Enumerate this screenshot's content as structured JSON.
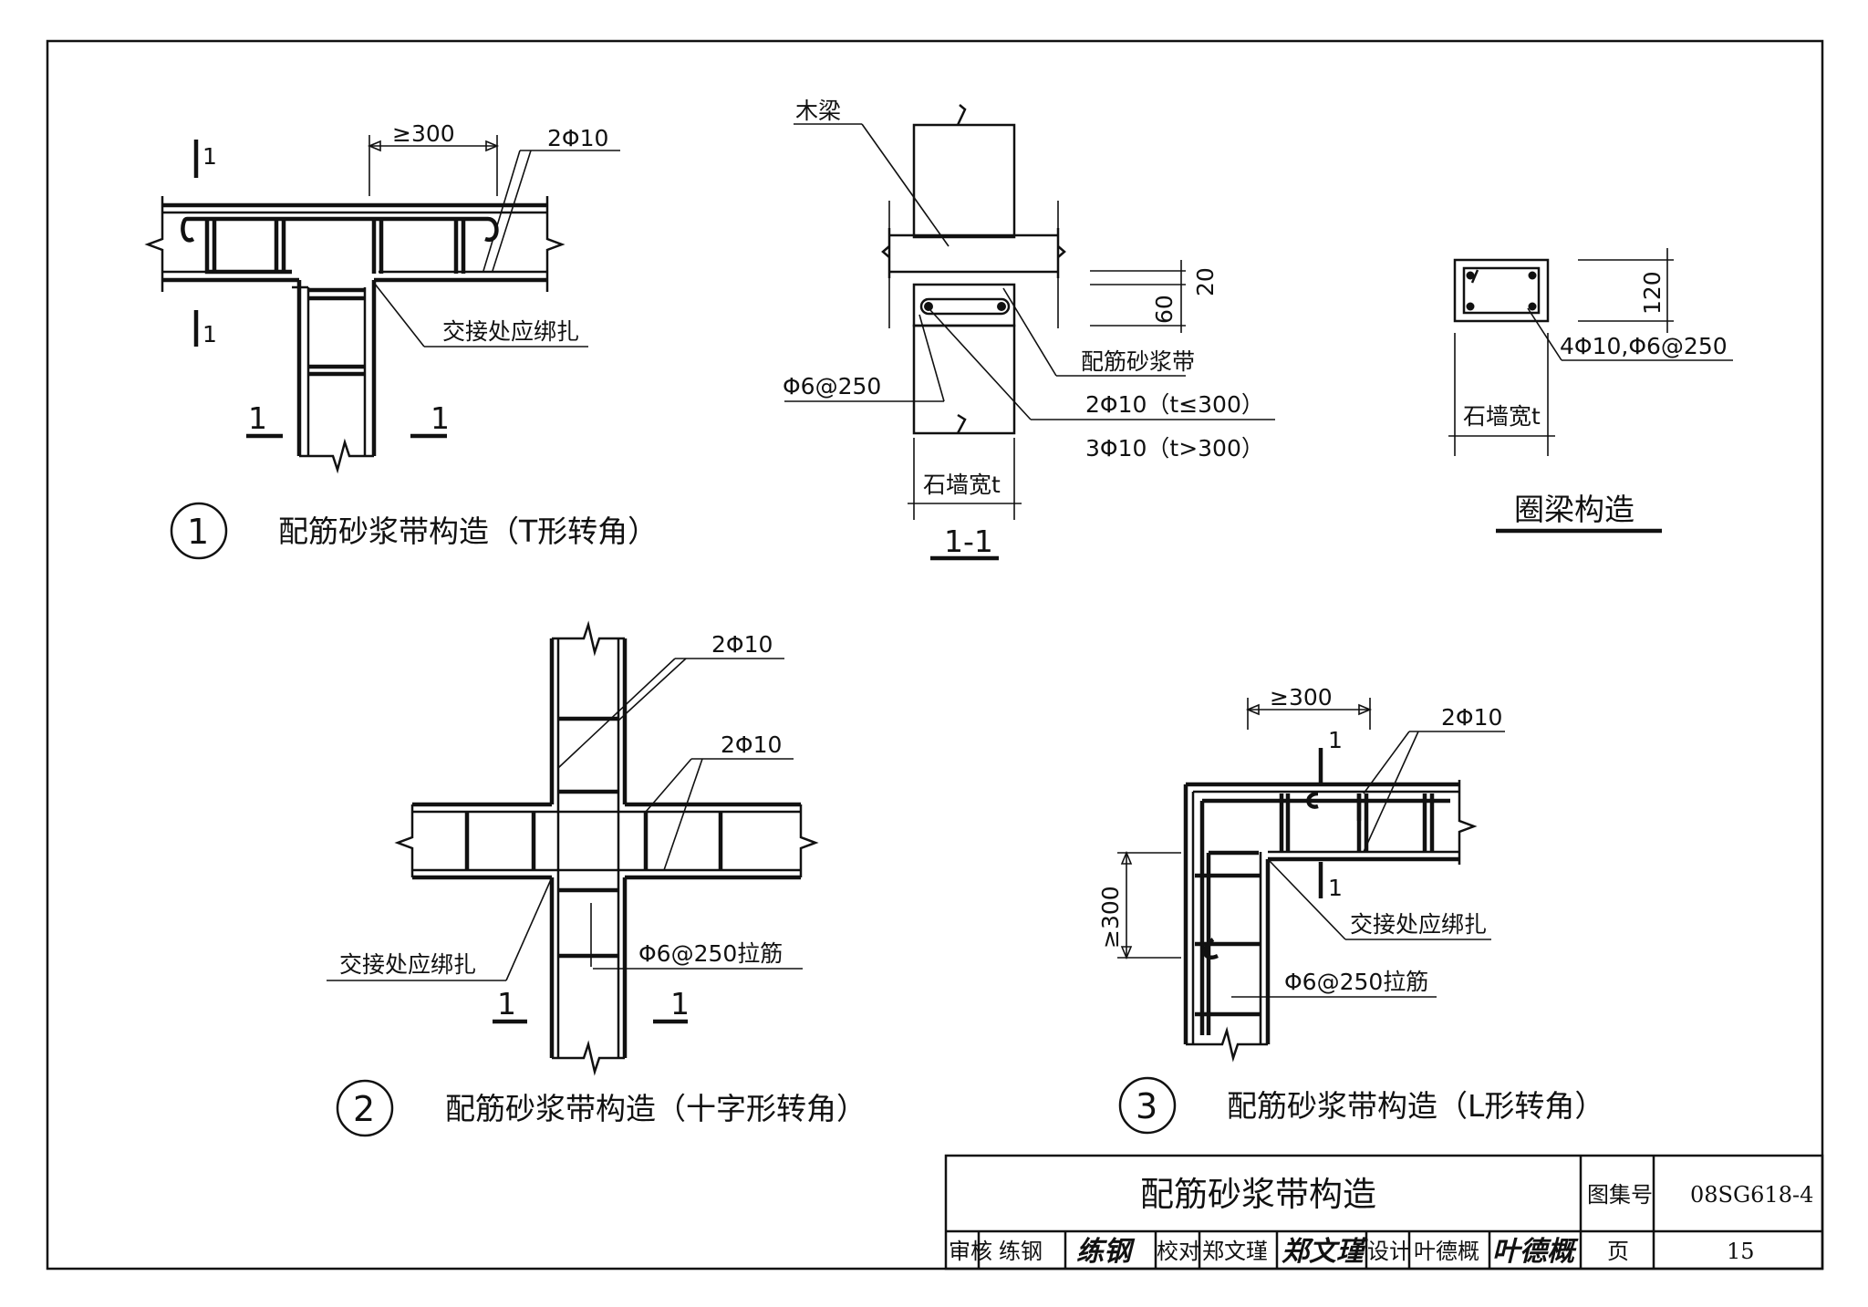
{
  "fig1": {
    "number": "1",
    "caption": "配筋砂浆带构造（T形转角）",
    "dim_min": "≥300",
    "bar_note": "2Φ10",
    "tie_note": "交接处应绑扎",
    "sec_top": "1",
    "sec_bottom": "1",
    "sec_left": "1",
    "sec_right": "1"
  },
  "section11": {
    "title": "1-1",
    "wood_beam": "木梁",
    "dim_20": "20",
    "dim_60": "60",
    "mortar_band": "配筋砂浆带",
    "stirrup": "Φ6@250",
    "bars_thin": "2Φ10（t≤300）",
    "bars_thick": "3Φ10（t>300）",
    "wall_width": "石墙宽t"
  },
  "ringbeam": {
    "title": "圈梁构造",
    "dim_120": "120",
    "rebar": "4Φ10,Φ6@250",
    "wall_width": "石墙宽t"
  },
  "fig2": {
    "number": "2",
    "caption": "配筋砂浆带构造（十字形转角）",
    "bar_note_v": "2Φ10",
    "bar_note_h": "2Φ10",
    "tie_note": "交接处应绑扎",
    "link_note": "Φ6@250拉筋",
    "sec_left": "1",
    "sec_right": "1"
  },
  "fig3": {
    "number": "3",
    "caption": "配筋砂浆带构造（L形转角）",
    "dim_h": "≥300",
    "dim_v": "≥300",
    "bar_note": "2Φ10",
    "tie_note": "交接处应绑扎",
    "link_note": "Φ6@250拉筋",
    "sec_top": "1",
    "sec_bottom": "1"
  },
  "titleblock": {
    "title": "配筋砂浆带构造",
    "atlas_label": "图集号",
    "atlas_no": "08SG618-4",
    "review_label": "审核",
    "reviewer": "练钢",
    "reviewer_sig": "练钢",
    "check_label": "校对",
    "checker": "郑文瑾",
    "checker_sig": "郑文瑾",
    "design_label": "设计",
    "designer": "叶德概",
    "designer_sig": "叶德概",
    "page_label": "页",
    "page_no": "15"
  }
}
